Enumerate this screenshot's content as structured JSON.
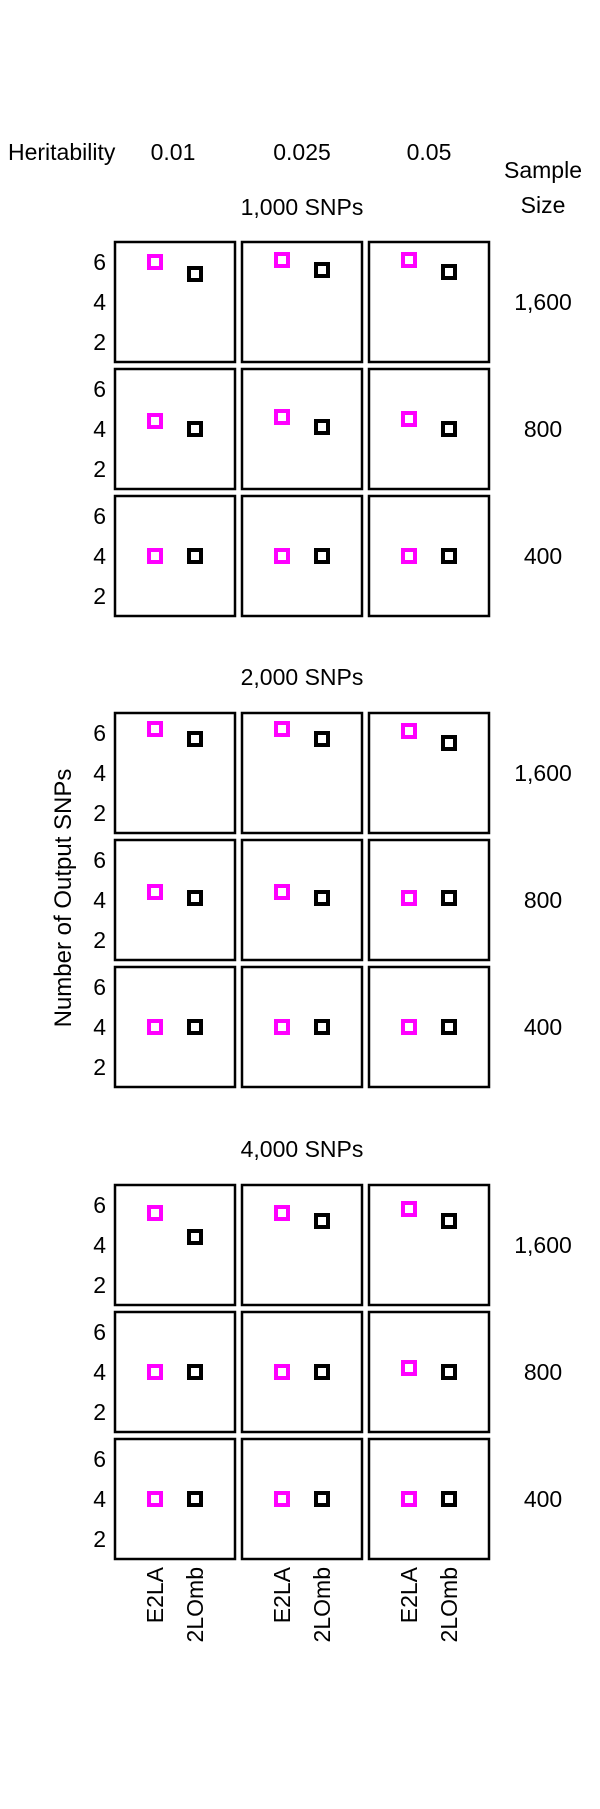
{
  "header": {
    "heritability_label": "Heritability",
    "heritability_values": [
      "0.01",
      "0.025",
      "0.05"
    ],
    "sample_size_label_line1": "Sample",
    "sample_size_label_line2": "Size"
  },
  "ylabel": "Number of Output SNPs",
  "colors": {
    "E2LA": "#ff00ff",
    "2LOmb": "#000000",
    "frame": "#000000"
  },
  "chart_data": {
    "type": "scatter",
    "ylabel": "Number of Output SNPs",
    "y_tick_labels": [
      "6",
      "4",
      "2"
    ],
    "ylim": [
      1,
      7
    ],
    "x_categories": [
      "E2LA",
      "2LOmb"
    ],
    "heritability": [
      "0.01",
      "0.025",
      "0.05"
    ],
    "sample_sizes": [
      "1,600",
      "800",
      "400"
    ],
    "groups": [
      {
        "title": "1,000 SNPs",
        "rows": [
          {
            "sample_size": "1,600",
            "cells": [
              {
                "E2LA": 6.0,
                "2LOmb": 5.4
              },
              {
                "E2LA": 6.1,
                "2LOmb": 5.6
              },
              {
                "E2LA": 6.1,
                "2LOmb": 5.5
              }
            ]
          },
          {
            "sample_size": "800",
            "cells": [
              {
                "E2LA": 4.4,
                "2LOmb": 4.0
              },
              {
                "E2LA": 4.6,
                "2LOmb": 4.1
              },
              {
                "E2LA": 4.5,
                "2LOmb": 4.0
              }
            ]
          },
          {
            "sample_size": "400",
            "cells": [
              {
                "E2LA": 4.0,
                "2LOmb": 4.0
              },
              {
                "E2LA": 4.0,
                "2LOmb": 4.0
              },
              {
                "E2LA": 4.0,
                "2LOmb": 4.0
              }
            ]
          }
        ]
      },
      {
        "title": "2,000 SNPs",
        "rows": [
          {
            "sample_size": "1,600",
            "cells": [
              {
                "E2LA": 6.2,
                "2LOmb": 5.7
              },
              {
                "E2LA": 6.2,
                "2LOmb": 5.7
              },
              {
                "E2LA": 6.1,
                "2LOmb": 5.5
              }
            ]
          },
          {
            "sample_size": "800",
            "cells": [
              {
                "E2LA": 4.4,
                "2LOmb": 4.1
              },
              {
                "E2LA": 4.4,
                "2LOmb": 4.1
              },
              {
                "E2LA": 4.1,
                "2LOmb": 4.1
              }
            ]
          },
          {
            "sample_size": "400",
            "cells": [
              {
                "E2LA": 4.0,
                "2LOmb": 4.0
              },
              {
                "E2LA": 4.0,
                "2LOmb": 4.0
              },
              {
                "E2LA": 4.0,
                "2LOmb": 4.0
              }
            ]
          }
        ]
      },
      {
        "title": "4,000 SNPs",
        "rows": [
          {
            "sample_size": "1,600",
            "cells": [
              {
                "E2LA": 5.6,
                "2LOmb": 4.4
              },
              {
                "E2LA": 5.6,
                "2LOmb": 5.2
              },
              {
                "E2LA": 5.8,
                "2LOmb": 5.2
              }
            ]
          },
          {
            "sample_size": "800",
            "cells": [
              {
                "E2LA": 4.0,
                "2LOmb": 4.0
              },
              {
                "E2LA": 4.0,
                "2LOmb": 4.0
              },
              {
                "E2LA": 4.2,
                "2LOmb": 4.0
              }
            ]
          },
          {
            "sample_size": "400",
            "cells": [
              {
                "E2LA": 4.0,
                "2LOmb": 4.0
              },
              {
                "E2LA": 4.0,
                "2LOmb": 4.0
              },
              {
                "E2LA": 4.0,
                "2LOmb": 4.0
              }
            ]
          }
        ]
      }
    ]
  }
}
